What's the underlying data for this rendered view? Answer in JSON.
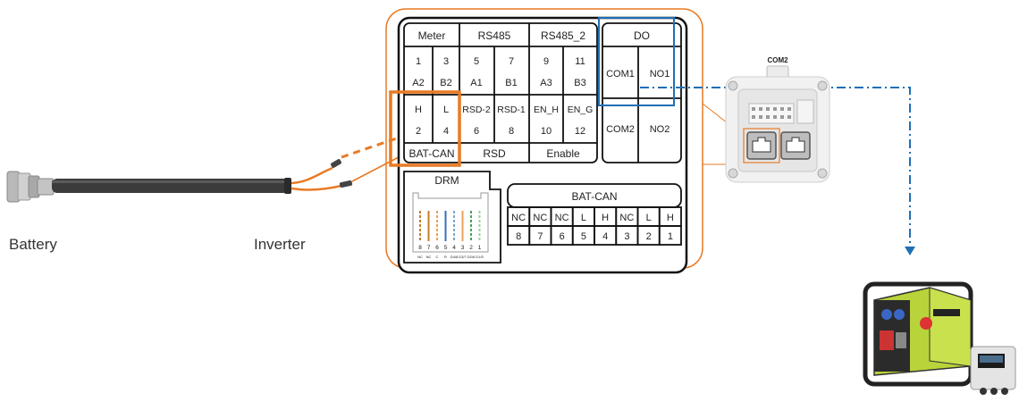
{
  "labels": {
    "battery": "Battery",
    "inverter": "Inverter",
    "com2": "COM2"
  },
  "terminal_block": {
    "headers": [
      "Meter",
      "RS485",
      "RS485_2",
      "DO"
    ],
    "row1": [
      "1",
      "3",
      "5",
      "7",
      "9",
      "11"
    ],
    "row2": [
      "A2",
      "B2",
      "A1",
      "B1",
      "A3",
      "B3"
    ],
    "row3": [
      "H",
      "L",
      "RSD-2",
      "RSD-1",
      "EN_H",
      "EN_G"
    ],
    "row4": [
      "2",
      "4",
      "6",
      "8",
      "10",
      "12"
    ],
    "footers": [
      "BAT-CAN",
      "RSD",
      "Enable"
    ],
    "do_cells": [
      "COM1",
      "NO1",
      "COM2",
      "NO2"
    ]
  },
  "drm": {
    "title": "DRM",
    "pins": [
      "8",
      "7",
      "6",
      "5",
      "4",
      "3",
      "2",
      "1"
    ],
    "pin_labels": [
      "NC",
      "NC",
      "C",
      "R",
      "D4/8",
      "D3/7",
      "D2/6",
      "D1/5"
    ]
  },
  "bat_can": {
    "title": "BAT-CAN",
    "signals": [
      "NC",
      "NC",
      "NC",
      "L",
      "H",
      "NC",
      "L",
      "H"
    ],
    "pins": [
      "8",
      "7",
      "6",
      "5",
      "4",
      "3",
      "2",
      "1"
    ]
  },
  "colors": {
    "orange": "#e97a24",
    "blue": "#1f6fb5",
    "dark": "#111111",
    "cable": "#3a3a3a"
  },
  "icons": [
    "battery-cable-icon",
    "ethernet-port-icon",
    "generator-icon"
  ]
}
